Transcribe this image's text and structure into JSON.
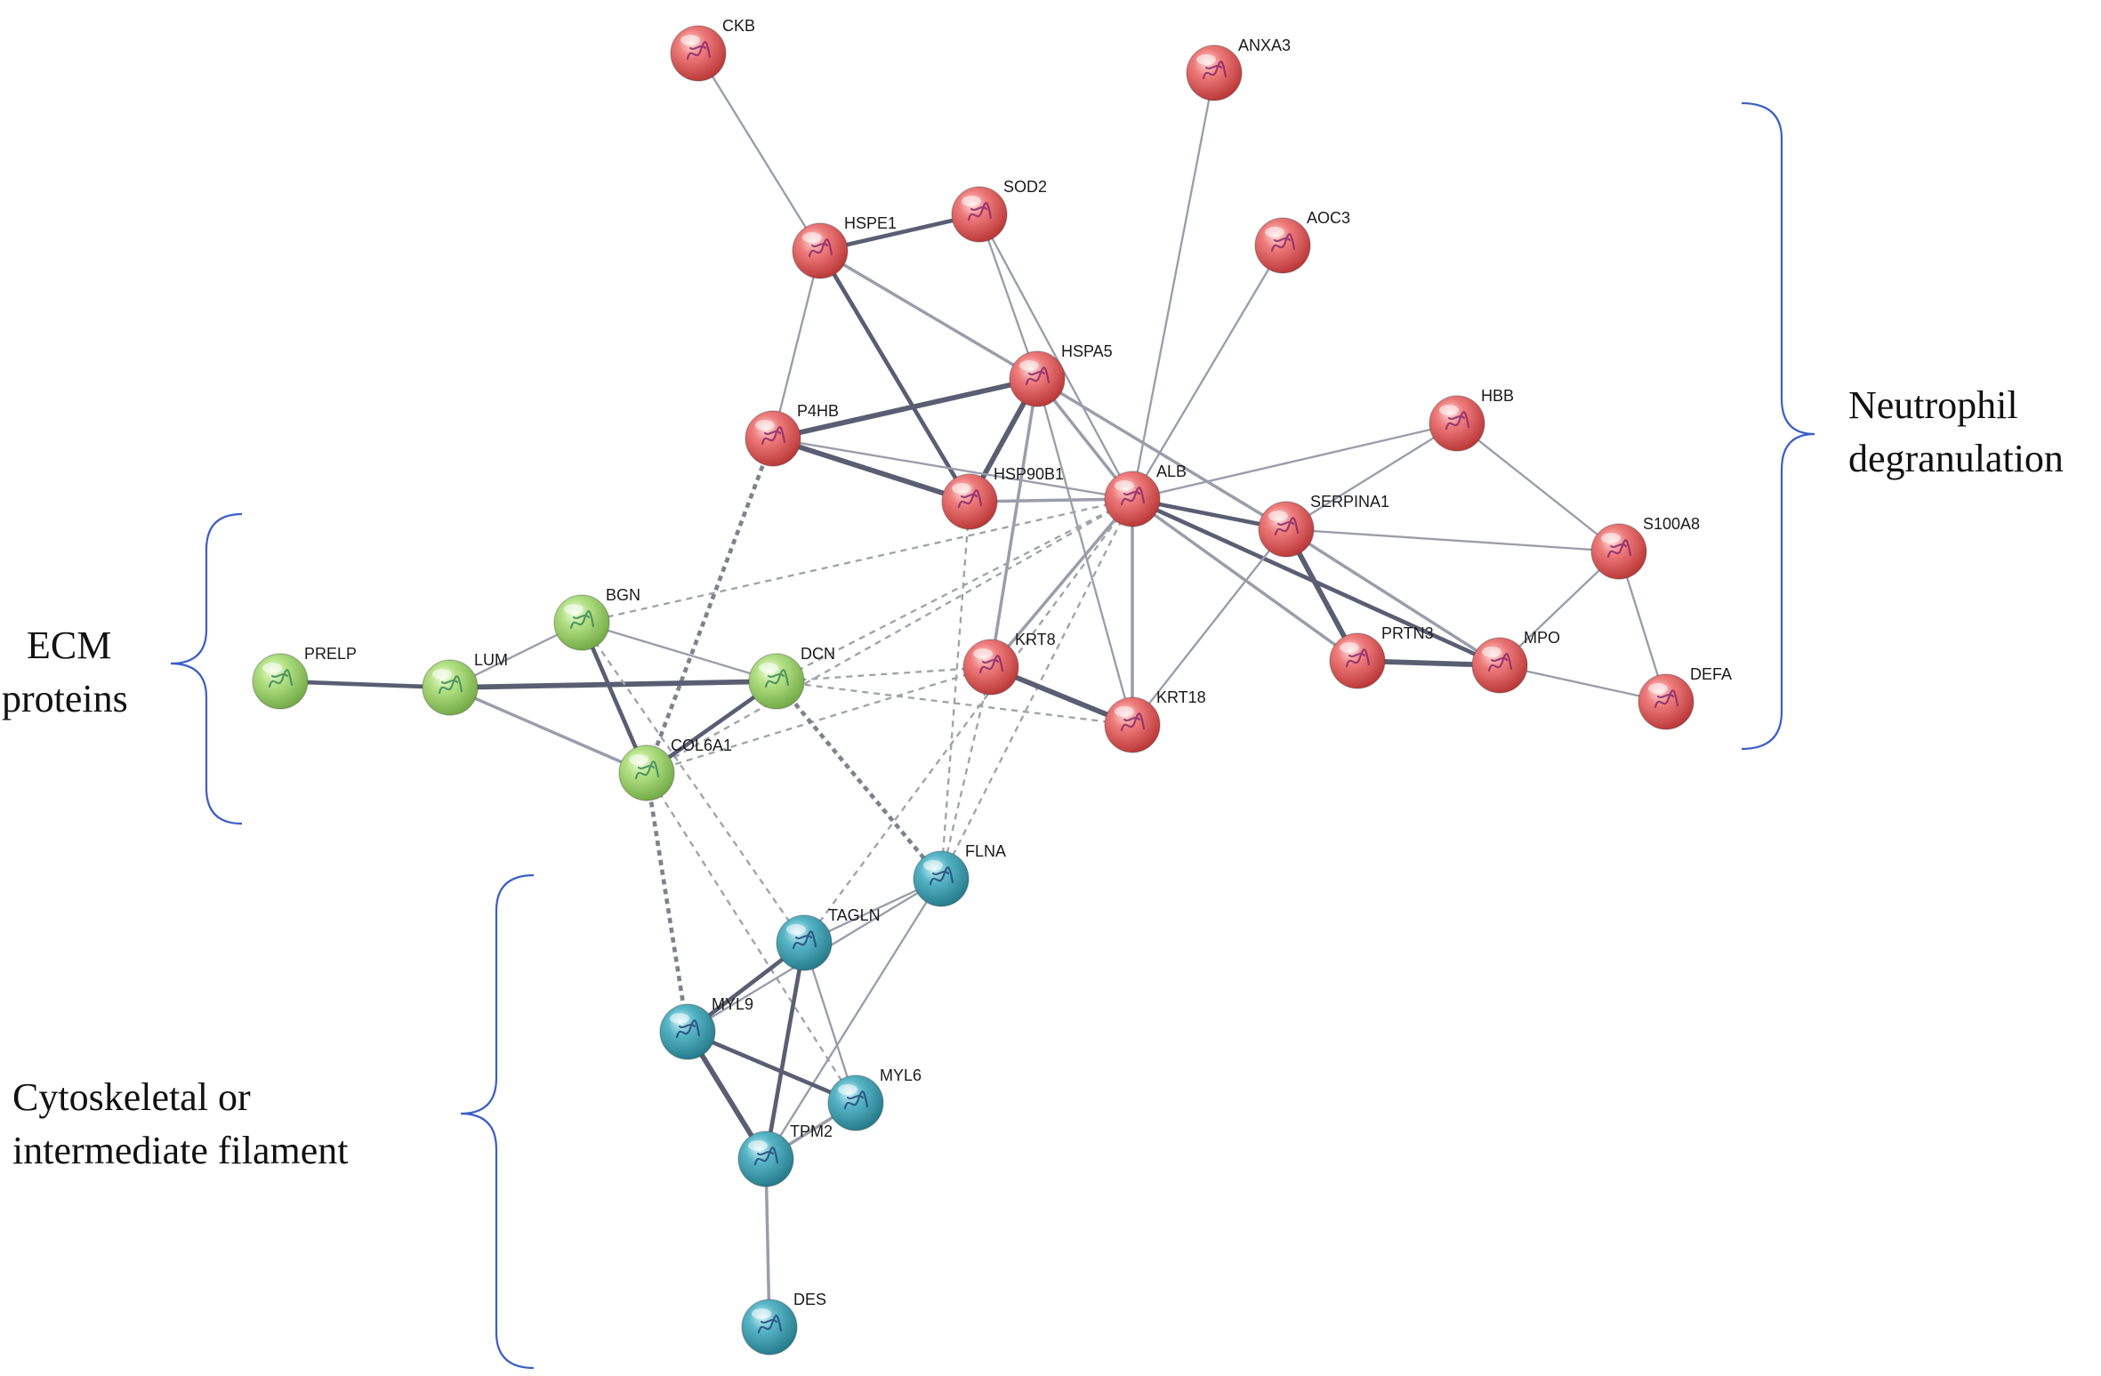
{
  "colors": {
    "neutrophil": "#e25b5b",
    "ecm": "#9fd36a",
    "cytoskeletal": "#3ea6b8",
    "edge_solid": "#5a5e72",
    "edge_dashed": "#9fa3aa",
    "bracket": "#3a5fc6"
  },
  "nodes": [
    {
      "id": "CKB",
      "label": "CKB",
      "group": "neutrophil",
      "icon": "protein-structure-icon"
    },
    {
      "id": "ANXA3",
      "label": "ANXA3",
      "group": "neutrophil",
      "icon": "protein-structure-icon"
    },
    {
      "id": "HSPE1",
      "label": "HSPE1",
      "group": "neutrophil",
      "icon": "protein-structure-icon"
    },
    {
      "id": "SOD2",
      "label": "SOD2",
      "group": "neutrophil",
      "icon": "protein-structure-icon"
    },
    {
      "id": "AOC3",
      "label": "AOC3",
      "group": "neutrophil",
      "icon": "protein-structure-icon"
    },
    {
      "id": "HSPA5",
      "label": "HSPA5",
      "group": "neutrophil",
      "icon": "protein-structure-icon"
    },
    {
      "id": "P4HB",
      "label": "P4HB",
      "group": "neutrophil",
      "icon": "protein-structure-icon"
    },
    {
      "id": "HBB",
      "label": "HBB",
      "group": "neutrophil",
      "icon": "protein-structure-icon"
    },
    {
      "id": "HSP90B1",
      "label": "HSP90B1",
      "group": "neutrophil",
      "icon": "protein-structure-icon"
    },
    {
      "id": "ALB",
      "label": "ALB",
      "group": "neutrophil",
      "icon": "protein-structure-icon"
    },
    {
      "id": "SERPINA1",
      "label": "SERPINA1",
      "group": "neutrophil",
      "icon": "protein-structure-icon"
    },
    {
      "id": "S100A8",
      "label": "S100A8",
      "group": "neutrophil",
      "icon": "protein-structure-icon"
    },
    {
      "id": "KRT8",
      "label": "KRT8",
      "group": "neutrophil",
      "icon": "protein-structure-icon"
    },
    {
      "id": "PRTN3",
      "label": "PRTN3",
      "group": "neutrophil",
      "icon": "protein-structure-icon"
    },
    {
      "id": "MPO",
      "label": "MPO",
      "group": "neutrophil",
      "icon": "protein-structure-icon"
    },
    {
      "id": "DEFA",
      "label": "DEFA",
      "group": "neutrophil",
      "icon": "protein-structure-icon"
    },
    {
      "id": "KRT18",
      "label": "KRT18",
      "group": "neutrophil",
      "icon": "protein-structure-icon"
    },
    {
      "id": "BGN",
      "label": "BGN",
      "group": "ecm",
      "icon": "protein-structure-icon"
    },
    {
      "id": "PRELP",
      "label": "PRELP",
      "group": "ecm",
      "icon": "protein-structure-icon"
    },
    {
      "id": "LUM",
      "label": "LUM",
      "group": "ecm",
      "icon": "protein-structure-icon"
    },
    {
      "id": "DCN",
      "label": "DCN",
      "group": "ecm",
      "icon": "protein-structure-icon"
    },
    {
      "id": "COL6A1",
      "label": "COL6A1",
      "group": "ecm",
      "icon": "protein-structure-icon"
    },
    {
      "id": "FLNA",
      "label": "FLNA",
      "group": "cytoskeletal",
      "icon": "protein-structure-icon"
    },
    {
      "id": "TAGLN",
      "label": "TAGLN",
      "group": "cytoskeletal",
      "icon": "protein-structure-icon"
    },
    {
      "id": "MYL9",
      "label": "MYL9",
      "group": "cytoskeletal",
      "icon": "protein-structure-icon"
    },
    {
      "id": "MYL6",
      "label": "MYL6",
      "group": "cytoskeletal",
      "icon": "protein-structure-icon"
    },
    {
      "id": "TPM2",
      "label": "TPM2",
      "group": "cytoskeletal",
      "icon": "protein-structure-icon"
    },
    {
      "id": "DES",
      "label": "DES",
      "group": "cytoskeletal",
      "icon": "protein-structure-icon"
    }
  ],
  "edges": [
    {
      "source": "CKB",
      "target": "HSPE1",
      "style": "solid",
      "strength": 1
    },
    {
      "source": "ANXA3",
      "target": "ALB",
      "style": "solid",
      "strength": 1
    },
    {
      "source": "AOC3",
      "target": "ALB",
      "style": "solid",
      "strength": 1
    },
    {
      "source": "HSPE1",
      "target": "SOD2",
      "style": "solid",
      "strength": 3
    },
    {
      "source": "HSPE1",
      "target": "HSPA5",
      "style": "solid",
      "strength": 2
    },
    {
      "source": "HSPE1",
      "target": "P4HB",
      "style": "solid",
      "strength": 1
    },
    {
      "source": "HSPE1",
      "target": "HSP90B1",
      "style": "solid",
      "strength": 3
    },
    {
      "source": "SOD2",
      "target": "HSPA5",
      "style": "solid",
      "strength": 1
    },
    {
      "source": "SOD2",
      "target": "ALB",
      "style": "solid",
      "strength": 1
    },
    {
      "source": "HSPA5",
      "target": "P4HB",
      "style": "solid",
      "strength": 4
    },
    {
      "source": "HSPA5",
      "target": "HSP90B1",
      "style": "solid",
      "strength": 4
    },
    {
      "source": "HSPA5",
      "target": "ALB",
      "style": "solid",
      "strength": 2
    },
    {
      "source": "HSPA5",
      "target": "KRT8",
      "style": "solid",
      "strength": 2
    },
    {
      "source": "HSPA5",
      "target": "SERPINA1",
      "style": "solid",
      "strength": 2
    },
    {
      "source": "HSPA5",
      "target": "KRT18",
      "style": "solid",
      "strength": 1
    },
    {
      "source": "P4HB",
      "target": "HSP90B1",
      "style": "solid",
      "strength": 4
    },
    {
      "source": "P4HB",
      "target": "ALB",
      "style": "solid",
      "strength": 1
    },
    {
      "source": "P4HB",
      "target": "COL6A1",
      "style": "dashed",
      "strength": 3
    },
    {
      "source": "HSP90B1",
      "target": "ALB",
      "style": "solid",
      "strength": 2
    },
    {
      "source": "HSP90B1",
      "target": "FLNA",
      "style": "dashed",
      "strength": 1
    },
    {
      "source": "ALB",
      "target": "HBB",
      "style": "solid",
      "strength": 1
    },
    {
      "source": "ALB",
      "target": "SERPINA1",
      "style": "solid",
      "strength": 3
    },
    {
      "source": "ALB",
      "target": "PRTN3",
      "style": "solid",
      "strength": 2
    },
    {
      "source": "ALB",
      "target": "MPO",
      "style": "solid",
      "strength": 3
    },
    {
      "source": "ALB",
      "target": "KRT8",
      "style": "solid",
      "strength": 2
    },
    {
      "source": "ALB",
      "target": "KRT18",
      "style": "solid",
      "strength": 2
    },
    {
      "source": "ALB",
      "target": "BGN",
      "style": "dashed",
      "strength": 1
    },
    {
      "source": "ALB",
      "target": "DCN",
      "style": "dashed",
      "strength": 1
    },
    {
      "source": "ALB",
      "target": "COL6A1",
      "style": "dashed",
      "strength": 1
    },
    {
      "source": "ALB",
      "target": "TAGLN",
      "style": "dashed",
      "strength": 1
    },
    {
      "source": "ALB",
      "target": "FLNA",
      "style": "dashed",
      "strength": 1
    },
    {
      "source": "SERPINA1",
      "target": "HBB",
      "style": "solid",
      "strength": 1
    },
    {
      "source": "SERPINA1",
      "target": "S100A8",
      "style": "solid",
      "strength": 1
    },
    {
      "source": "SERPINA1",
      "target": "PRTN3",
      "style": "solid",
      "strength": 4
    },
    {
      "source": "SERPINA1",
      "target": "MPO",
      "style": "solid",
      "strength": 2
    },
    {
      "source": "SERPINA1",
      "target": "KRT18",
      "style": "solid",
      "strength": 1
    },
    {
      "source": "HBB",
      "target": "S100A8",
      "style": "solid",
      "strength": 1
    },
    {
      "source": "S100A8",
      "target": "MPO",
      "style": "solid",
      "strength": 1
    },
    {
      "source": "S100A8",
      "target": "DEFA",
      "style": "solid",
      "strength": 1
    },
    {
      "source": "PRTN3",
      "target": "MPO",
      "style": "solid",
      "strength": 4
    },
    {
      "source": "MPO",
      "target": "DEFA",
      "style": "solid",
      "strength": 1
    },
    {
      "source": "KRT8",
      "target": "KRT18",
      "style": "solid",
      "strength": 4
    },
    {
      "source": "KRT8",
      "target": "DCN",
      "style": "dashed",
      "strength": 1
    },
    {
      "source": "KRT8",
      "target": "COL6A1",
      "style": "dashed",
      "strength": 1
    },
    {
      "source": "KRT8",
      "target": "FLNA",
      "style": "dashed",
      "strength": 1
    },
    {
      "source": "KRT18",
      "target": "DCN",
      "style": "dashed",
      "strength": 1
    },
    {
      "source": "PRELP",
      "target": "LUM",
      "style": "solid",
      "strength": 3
    },
    {
      "source": "LUM",
      "target": "BGN",
      "style": "solid",
      "strength": 1
    },
    {
      "source": "LUM",
      "target": "DCN",
      "style": "solid",
      "strength": 4
    },
    {
      "source": "LUM",
      "target": "COL6A1",
      "style": "solid",
      "strength": 2
    },
    {
      "source": "BGN",
      "target": "DCN",
      "style": "solid",
      "strength": 1
    },
    {
      "source": "BGN",
      "target": "COL6A1",
      "style": "solid",
      "strength": 3
    },
    {
      "source": "BGN",
      "target": "TAGLN",
      "style": "dashed",
      "strength": 1
    },
    {
      "source": "DCN",
      "target": "COL6A1",
      "style": "solid",
      "strength": 3
    },
    {
      "source": "DCN",
      "target": "FLNA",
      "style": "dashed",
      "strength": 3
    },
    {
      "source": "COL6A1",
      "target": "MYL9",
      "style": "dashed",
      "strength": 3
    },
    {
      "source": "COL6A1",
      "target": "MYL6",
      "style": "dashed",
      "strength": 1
    },
    {
      "source": "FLNA",
      "target": "TAGLN",
      "style": "solid",
      "strength": 1
    },
    {
      "source": "FLNA",
      "target": "MYL9",
      "style": "solid",
      "strength": 1
    },
    {
      "source": "FLNA",
      "target": "TPM2",
      "style": "solid",
      "strength": 1
    },
    {
      "source": "TAGLN",
      "target": "MYL9",
      "style": "solid",
      "strength": 3
    },
    {
      "source": "TAGLN",
      "target": "TPM2",
      "style": "solid",
      "strength": 3
    },
    {
      "source": "TAGLN",
      "target": "MYL6",
      "style": "solid",
      "strength": 1
    },
    {
      "source": "MYL9",
      "target": "MYL6",
      "style": "solid",
      "strength": 3
    },
    {
      "source": "MYL9",
      "target": "TPM2",
      "style": "solid",
      "strength": 4
    },
    {
      "source": "MYL6",
      "target": "TPM2",
      "style": "solid",
      "strength": 2
    },
    {
      "source": "TPM2",
      "target": "DES",
      "style": "solid",
      "strength": 2
    }
  ],
  "clusters": [
    {
      "id": "neutrophil",
      "lines": [
        "Neutrophil",
        "degranulation"
      ]
    },
    {
      "id": "ecm",
      "lines": [
        "ECM",
        "proteins"
      ]
    },
    {
      "id": "cytoskeletal",
      "lines": [
        "Cytoskeletal or",
        "intermediate filament"
      ]
    }
  ]
}
